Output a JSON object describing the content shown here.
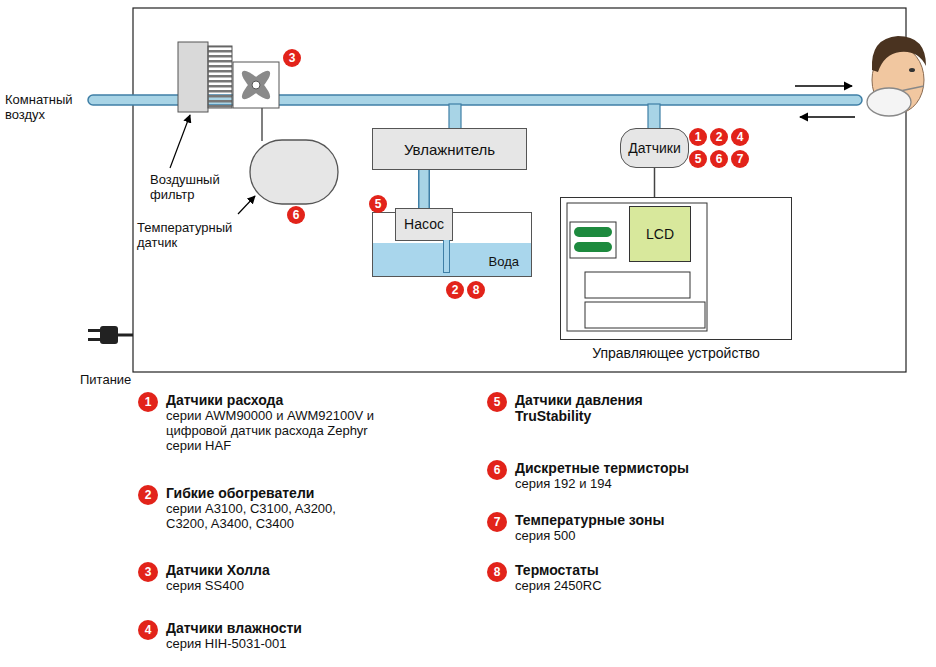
{
  "diagram": {
    "nodes": [
      {
        "text": [
          "Увлажнитель"
        ]
      },
      {
        "text": [
          "Датчики"
        ]
      },
      {
        "text": [
          "Вода"
        ]
      },
      {
        "text": [
          "Насос"
        ],
        "in": 2
      },
      {
        "text": [
          "Управляющее устройство"
        ]
      },
      {
        "text": [
          "LCD"
        ],
        "in": 4
      }
    ],
    "edges": [
      {
        "from": 3,
        "to": 0,
        "arrow": "none"
      },
      {
        "from": 1,
        "to": 4,
        "arrow": "none"
      }
    ],
    "labels": [
      "Комнатный воздух",
      "Воздушный фильтр",
      "Температурный датчик",
      "Питание",
      "3",
      "6",
      "5",
      "2",
      "8",
      "1",
      "2",
      "4",
      "5",
      "6",
      "7",
      "1",
      "2",
      "3",
      "4",
      "5",
      "6",
      "7",
      "8",
      "серии AWM90000 и AWM92100V и цифровой датчик расхода Zephyr серии HAF",
      "серии A3100, C3100, A3200, C3200, A3400, C3400",
      "серия SS400",
      "серия HIH-5031-001",
      "серия 192 и 194",
      "серия 500",
      "серия 2450RC"
    ],
    "legend": [
      {
        "text": "Датчики расхода",
        "color": "#e2231a"
      },
      {
        "text": "Гибкие обогреватели",
        "color": "#e2231a"
      },
      {
        "text": "Датчики Холла",
        "color": "#e2231a"
      },
      {
        "text": "Датчики влажности",
        "color": "#e2231a"
      },
      {
        "text": "Датчики давления TruStability",
        "color": "#e2231a"
      },
      {
        "text": "Дискретные термисторы",
        "color": "#e2231a"
      },
      {
        "text": "Температурные зоны",
        "color": "#e2231a"
      },
      {
        "text": "Термостаты",
        "color": "#e2231a"
      }
    ]
  }
}
